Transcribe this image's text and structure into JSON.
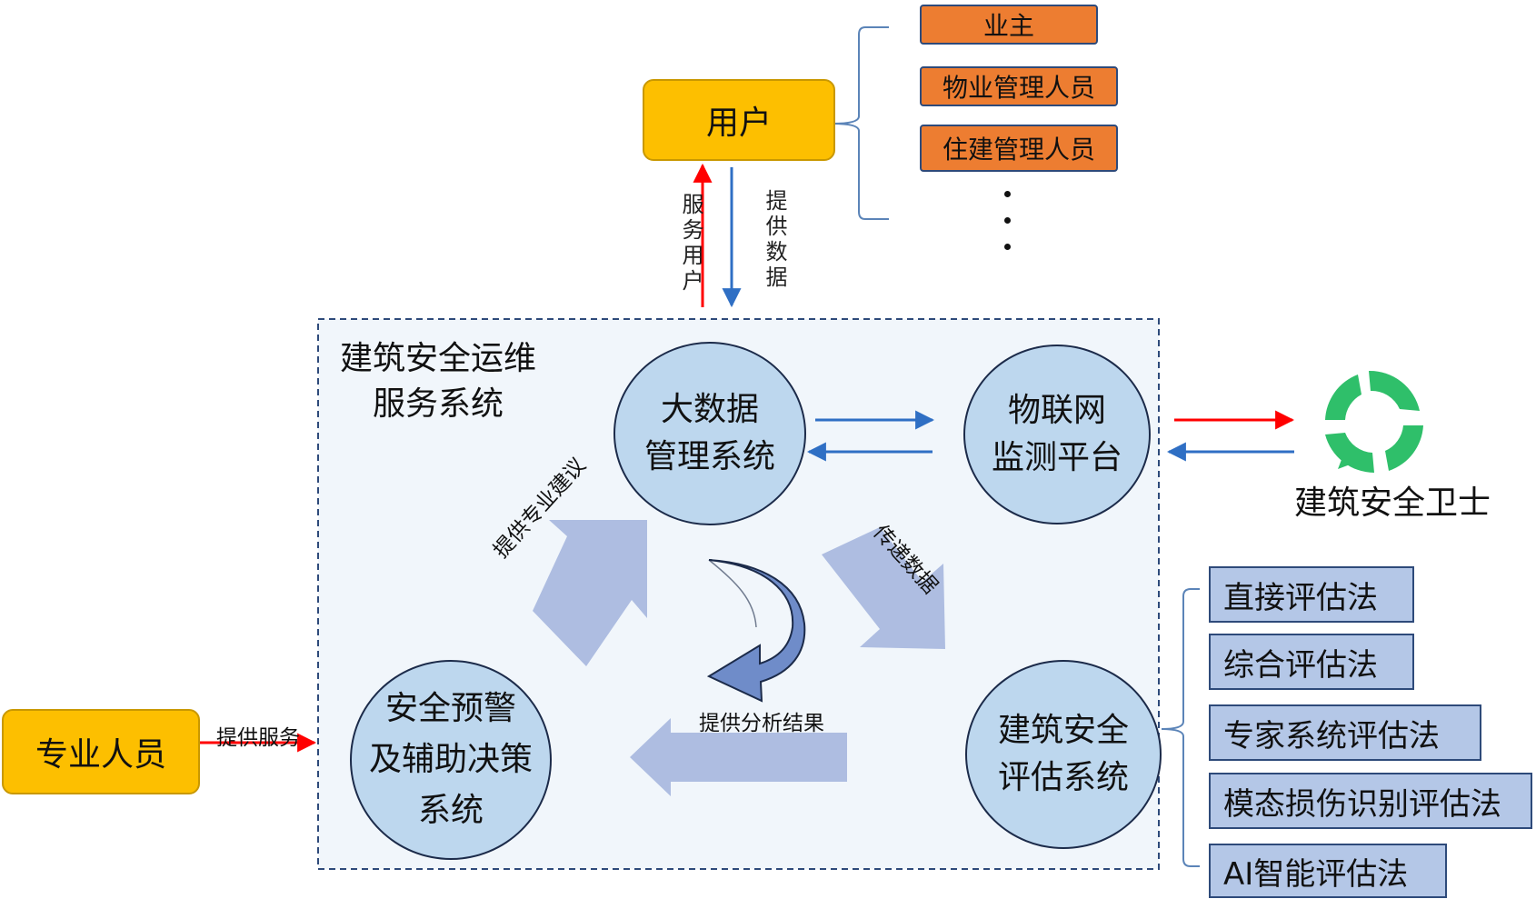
{
  "users": {
    "label": "用户",
    "types": [
      "业主",
      "物业管理人员",
      "住建管理人员"
    ]
  },
  "user_links": {
    "serve_label": "服务用户",
    "provide_label": "提供数据"
  },
  "system": {
    "title_line1": "建筑安全运维",
    "title_line2": "服务系统",
    "bigdata": {
      "line1": "大数据",
      "line2": "管理系统"
    },
    "iot": {
      "line1": "物联网",
      "line2": "监测平台"
    },
    "assessment": {
      "line1": "建筑安全",
      "line2": "评估系统"
    },
    "warning": {
      "line1": "安全预警",
      "line2": "及辅助决策",
      "line3": "系统"
    },
    "flow_labels": {
      "advice": "提供专业建议",
      "transfer": "传递数据",
      "results": "提供分析结果"
    }
  },
  "guard": {
    "label": "建筑安全卫士"
  },
  "professional": {
    "label": "专业人员",
    "link_label": "提供服务"
  },
  "methods": [
    "直接评估法",
    "综合评估法",
    "专家系统评估法",
    "模态损伤识别评估法",
    "AI智能评估法"
  ],
  "colors": {
    "red_arrow": "#ff0000",
    "blue_arrow": "#2f6fc4",
    "circle_fill": "#bdd7ee",
    "region_fill": "#f1f6fb",
    "user_box": "#fdbf00",
    "user_type_box": "#ed7d31",
    "method_box": "#b4c7e7",
    "guard_green": "#2fbf6a"
  },
  "icons": {
    "guard_logo": "recycle-chat-logo-icon",
    "cycle_arrow": "curved-arrow-icon"
  }
}
